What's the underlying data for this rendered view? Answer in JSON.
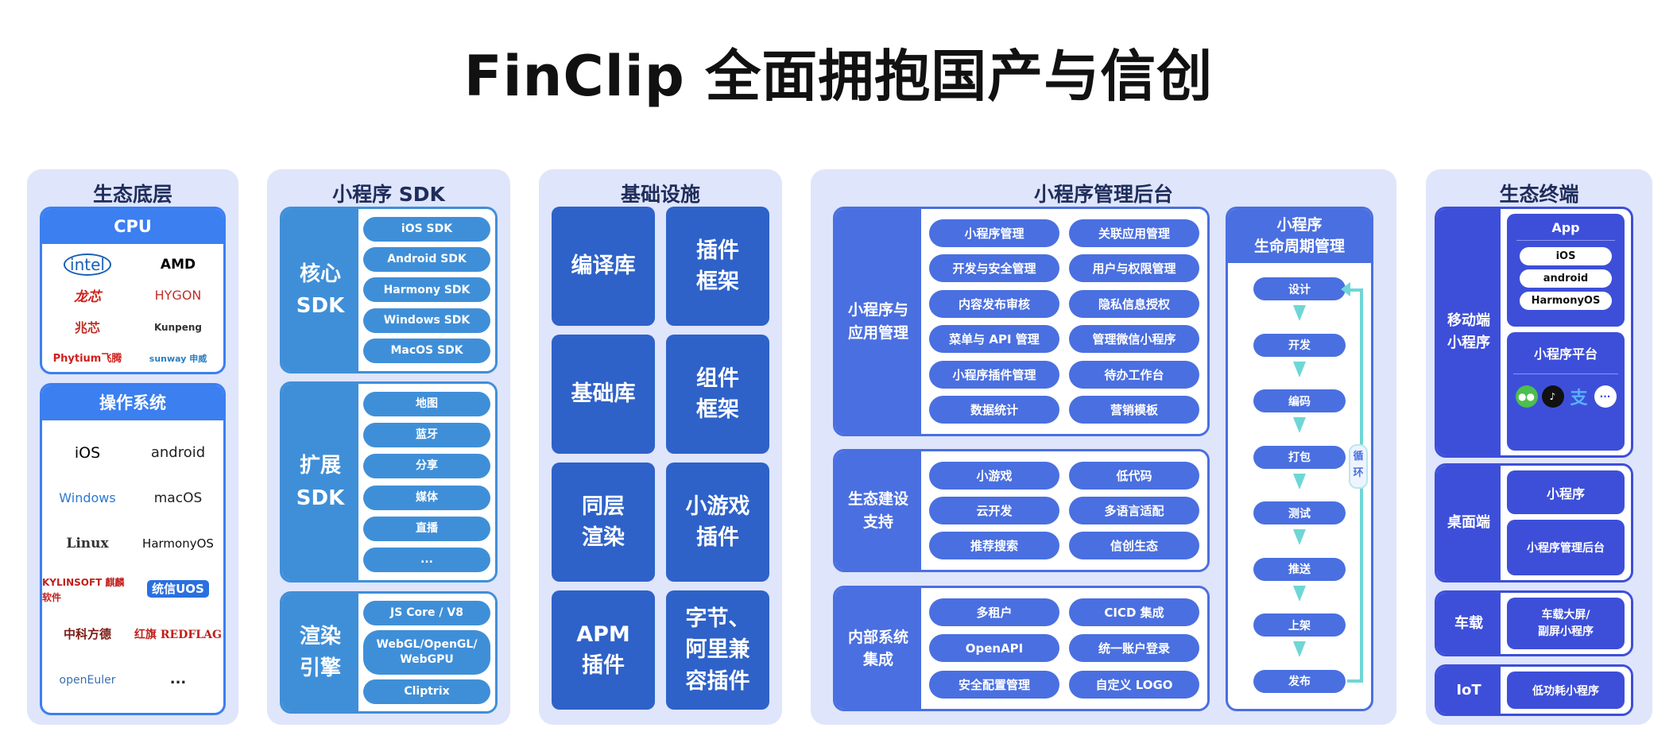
{
  "title": "FinClip 全面拥抱国产与信创",
  "colors": {
    "panel_bg": "#dfe5fb",
    "heading": "#1f2d5a",
    "col1": "#3b7ff0",
    "col2": "#3f8fd8",
    "col3": "#2e62c9",
    "col4": "#4a6fe0",
    "col5": "#3d4fd9",
    "loop": "#6fd6d6"
  },
  "eco_base": {
    "heading": "生态底层",
    "cpu": {
      "title": "CPU",
      "logos": [
        "intel",
        "AMD",
        "龙芯",
        "HYGON",
        "兆芯",
        "Kunpeng",
        "Phytium飞腾",
        "sunway 申威"
      ]
    },
    "os": {
      "title": "操作系统",
      "logos": [
        "iOS",
        "android",
        "Windows",
        "macOS",
        "Linux",
        "HarmonyOS",
        "KYLINSOFT 麒麟软件",
        "统信UOS",
        "中科方德",
        "红旗 REDFLAG",
        "openEuler",
        "..."
      ]
    }
  },
  "sdk": {
    "heading": "小程序 SDK",
    "groups": [
      {
        "label": "核心\nSDK",
        "items": [
          "iOS SDK",
          "Android SDK",
          "Harmony SDK",
          "Windows SDK",
          "MacOS SDK"
        ]
      },
      {
        "label": "扩展\nSDK",
        "items": [
          "地图",
          "蓝牙",
          "分享",
          "媒体",
          "直播",
          "..."
        ]
      },
      {
        "label": "渲染\n引擎",
        "items": [
          "JS Core / V8",
          "WebGL/OpenGL/\nWebGPU",
          "Cliptrix"
        ]
      }
    ]
  },
  "infra": {
    "heading": "基础设施",
    "items": [
      "编译库",
      "插件\n框架",
      "基础库",
      "组件\n框架",
      "同层\n渲染",
      "小游戏\n插件",
      "APM\n插件",
      "字节、\n阿里兼\n容插件"
    ]
  },
  "admin": {
    "heading": "小程序管理后台",
    "groups": [
      {
        "label": "小程序与\n应用管理",
        "items": [
          "小程序管理",
          "关联应用管理",
          "开发与安全管理",
          "用户与权限管理",
          "内容发布审核",
          "隐私信息授权",
          "菜单与 API 管理",
          "管理微信小程序",
          "小程序插件管理",
          "待办工作台",
          "数据统计",
          "营销模板"
        ]
      },
      {
        "label": "生态建设\n支持",
        "items": [
          "小游戏",
          "低代码",
          "云开发",
          "多语言适配",
          "推荐搜索",
          "信创生态"
        ]
      },
      {
        "label": "内部系统\n集成",
        "items": [
          "多租户",
          "CICD 集成",
          "OpenAPI",
          "统一账户登录",
          "安全配置管理",
          "自定义 LOGO"
        ]
      }
    ],
    "lifecycle": {
      "title": "小程序\n生命周期管理",
      "steps": [
        "设计",
        "开发",
        "编码",
        "打包",
        "测试",
        "推送",
        "上架",
        "发布"
      ],
      "loop_label": "循\n环"
    }
  },
  "terminal": {
    "heading": "生态终端",
    "mobile": {
      "label": "移动端\n小程序",
      "app_title": "App",
      "app_os": [
        "iOS",
        "android",
        "HarmonyOS"
      ],
      "platform_title": "小程序平台",
      "platform_icons": [
        "wechat-icon",
        "douyin-icon",
        "alipay-icon",
        "more-icon"
      ]
    },
    "desktop": {
      "label": "桌面端",
      "items": [
        "小程序",
        "小程序管理后台"
      ]
    },
    "car": {
      "label": "车载",
      "item": "车载大屏/\n副屏小程序"
    },
    "iot": {
      "label": "IoT",
      "item": "低功耗小程序"
    }
  }
}
